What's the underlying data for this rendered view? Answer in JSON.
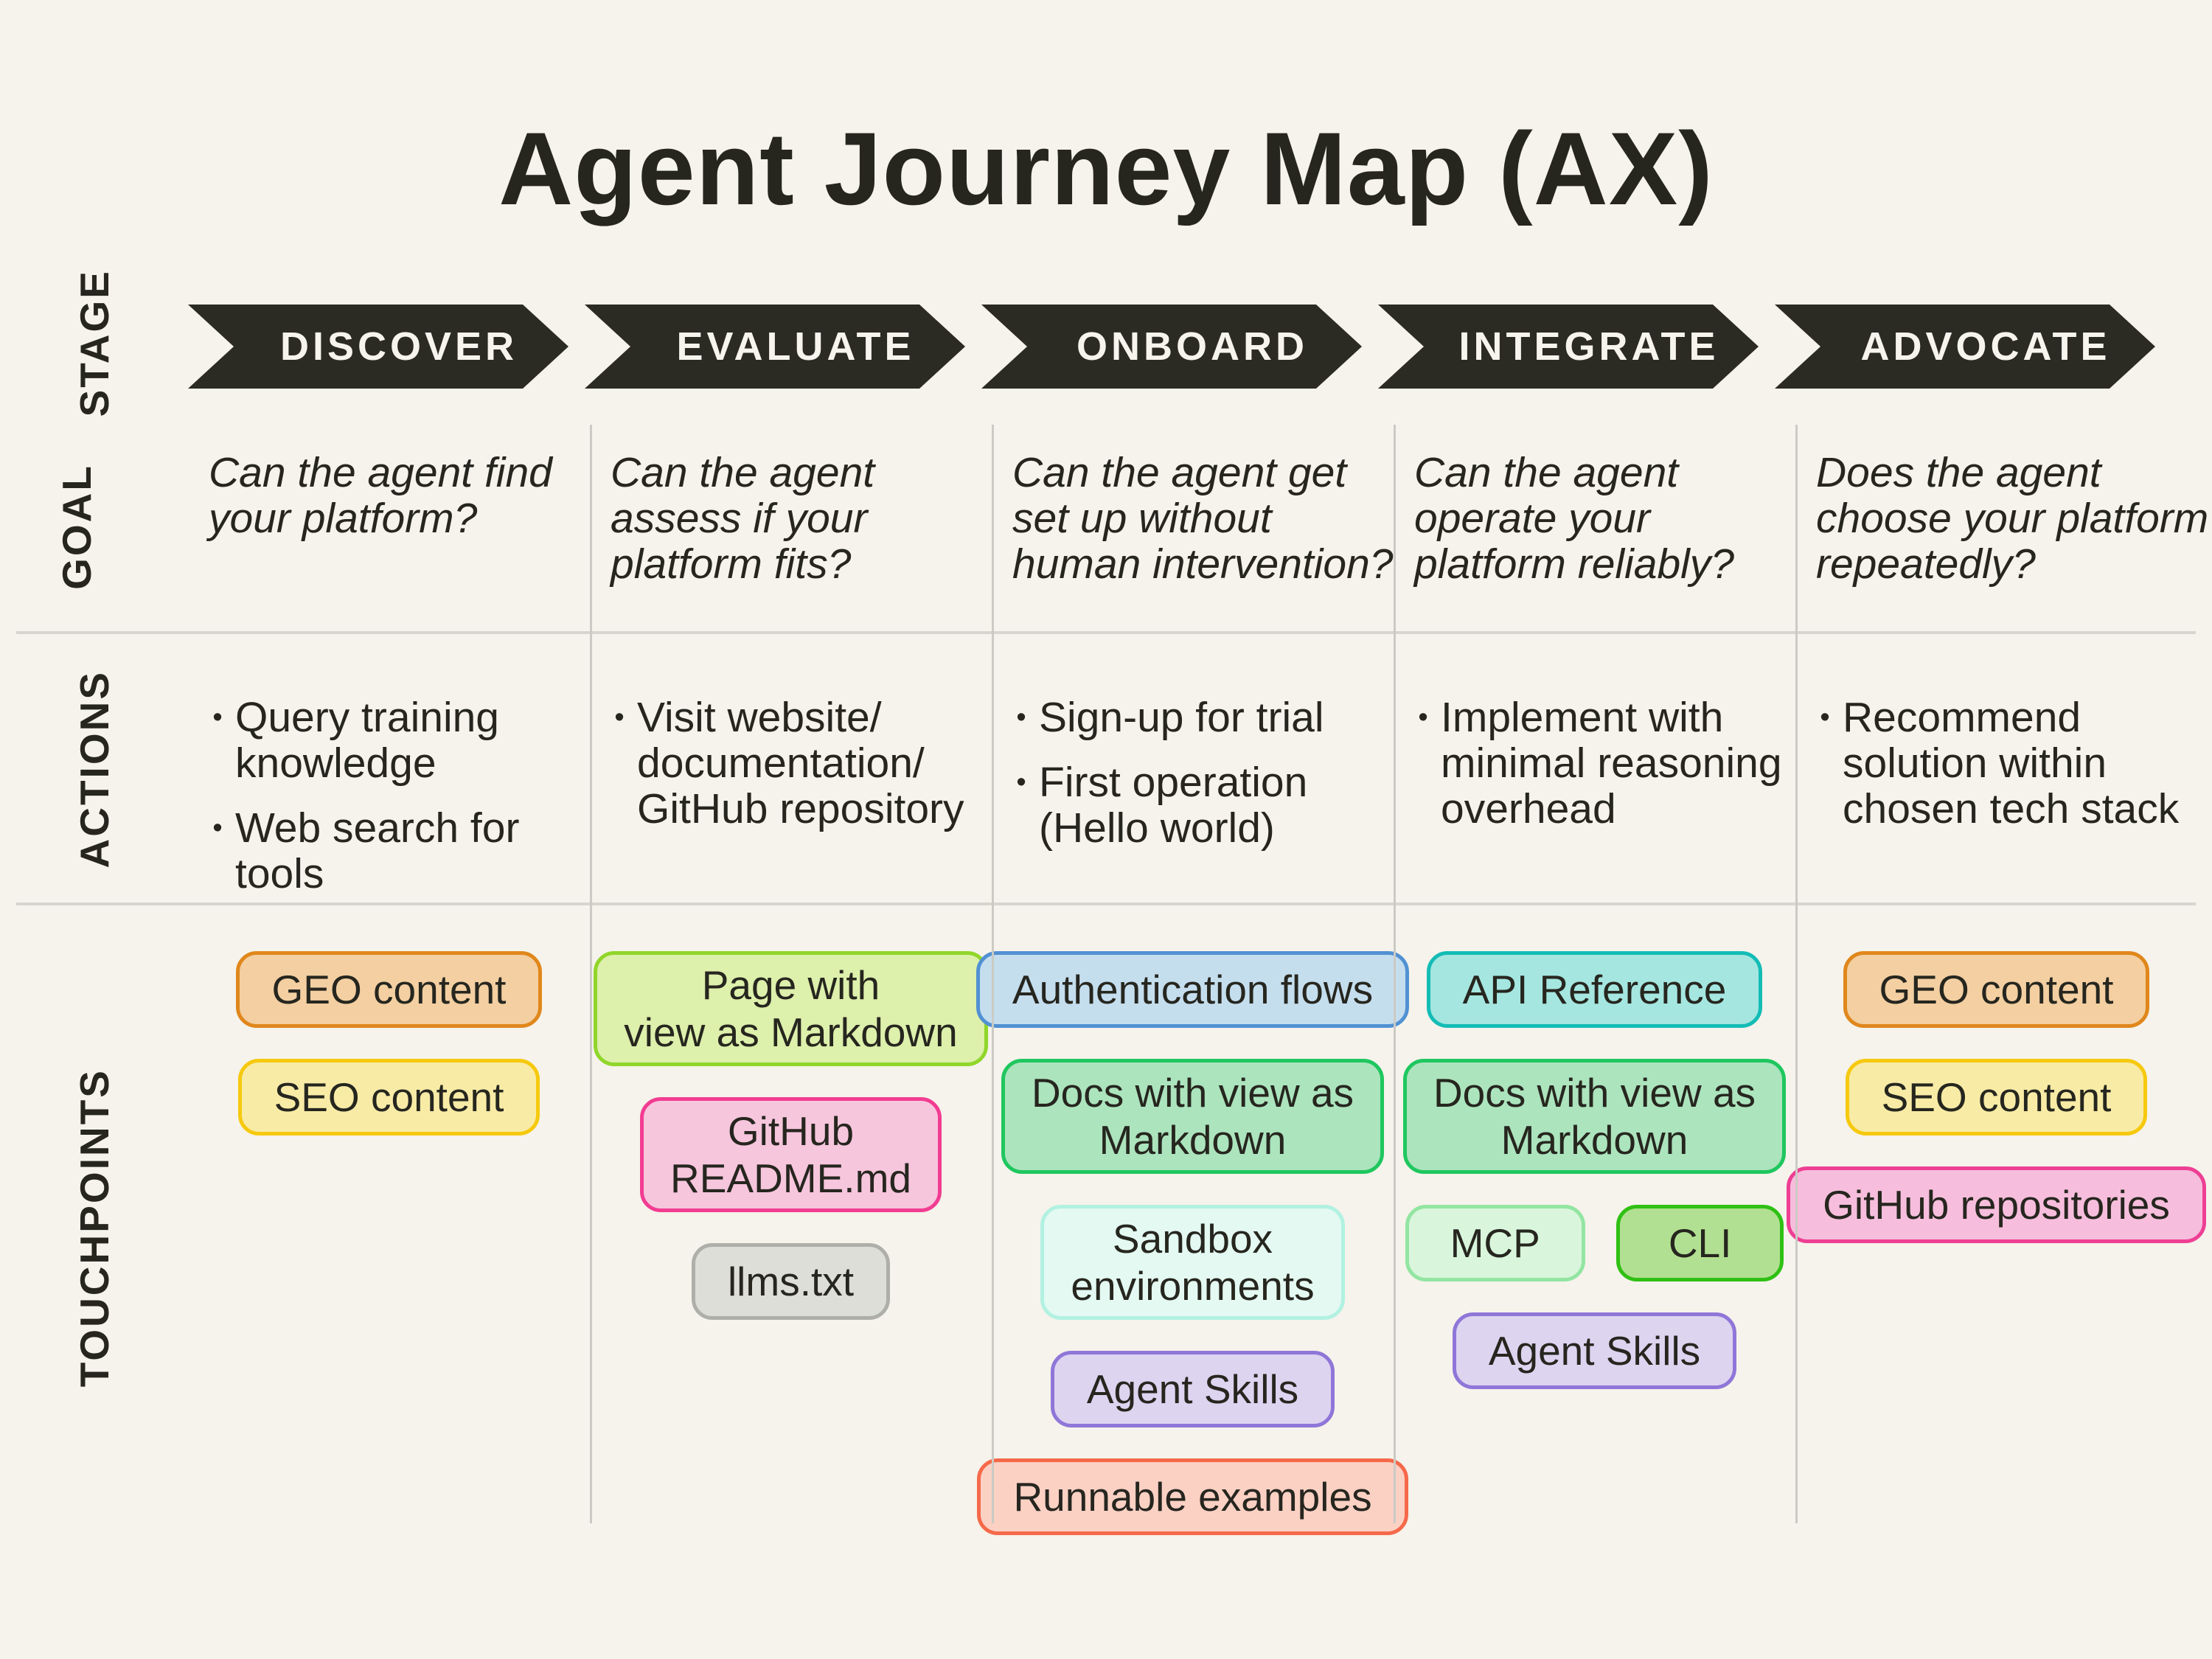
{
  "page": {
    "title": "Agent Journey Map (AX)"
  },
  "colors": {
    "background": "#F5F3EB",
    "ink": "#26261F",
    "arrow_fill": "#2B2A23",
    "arrow_text": "#F6F4ED",
    "divider_horizontal": "#D6D5D0",
    "divider_vertical": "#CBCAC4"
  },
  "row_labels": {
    "stage": "STAGE",
    "goal": "GOAL",
    "actions": "ACTIONS",
    "touchpoints": "TOUCHPOINTS"
  },
  "stages": [
    {
      "label": "DISCOVER"
    },
    {
      "label": "EVALUATE"
    },
    {
      "label": "ONBOARD"
    },
    {
      "label": "INTEGRATE"
    },
    {
      "label": "ADVOCATE"
    }
  ],
  "goals": [
    {
      "lines": [
        "Can the agent find",
        "your platform?"
      ]
    },
    {
      "lines": [
        "Can the agent",
        "assess if your",
        "platform fits?"
      ]
    },
    {
      "lines": [
        "Can the agent get",
        "set up without",
        "human intervention?"
      ]
    },
    {
      "lines": [
        "Can the agent",
        "operate your",
        "platform reliably?"
      ]
    },
    {
      "lines": [
        "Does the agent",
        "choose your platform",
        "repeatedly?"
      ]
    }
  ],
  "actions_columns": [
    {
      "items": [
        {
          "lines": [
            "Query training",
            "knowledge"
          ]
        },
        {
          "lines": [
            "Web search for",
            "tools"
          ]
        }
      ]
    },
    {
      "items": [
        {
          "lines": [
            "Visit website/",
            "documentation/",
            "GitHub repository"
          ]
        }
      ]
    },
    {
      "items": [
        {
          "lines": [
            "Sign-up for trial"
          ]
        },
        {
          "lines": [
            "First operation",
            "(Hello world)"
          ]
        }
      ]
    },
    {
      "items": [
        {
          "lines": [
            "Implement with",
            "minimal reasoning",
            "overhead"
          ]
        }
      ]
    },
    {
      "items": [
        {
          "lines": [
            "Recommend",
            "solution within",
            "chosen tech stack"
          ]
        }
      ]
    }
  ],
  "touchpoints": {
    "columns": [
      {
        "badges": [
          {
            "lines": [
              "GEO content"
            ],
            "fill": "#F3CFA1",
            "border": "#E0871C"
          },
          {
            "lines": [
              "SEO content"
            ],
            "fill": "#F8EBA6",
            "border": "#F6C90E"
          }
        ]
      },
      {
        "badges": [
          {
            "lines": [
              "Page with",
              "view as Markdown"
            ],
            "fill": "#DDF0AC",
            "border": "#90D62A"
          },
          {
            "lines": [
              "GitHub",
              "README.md"
            ],
            "fill": "#F6C6DD",
            "border": "#F23C92"
          },
          {
            "lines": [
              "llms.txt"
            ],
            "fill": "#DEDED8",
            "border": "#AFAFA9"
          }
        ]
      },
      {
        "badges": [
          {
            "lines": [
              "Authentication flows"
            ],
            "fill": "#C5DEEE",
            "border": "#5191D3"
          },
          {
            "lines": [
              "Docs with view as",
              "Markdown"
            ],
            "fill": "#ACE4BD",
            "border": "#1FC75F"
          },
          {
            "lines": [
              "Sandbox",
              "environments"
            ],
            "fill": "#E3F9F2",
            "border": "#B2F1E2"
          },
          {
            "lines": [
              "Agent Skills"
            ],
            "fill": "#DDD4F0",
            "border": "#8F76D8"
          },
          {
            "lines": [
              "Runnable examples"
            ],
            "fill": "#FBD1C4",
            "border": "#F5694A"
          }
        ]
      },
      {
        "badges": [
          {
            "lines": [
              "API Reference"
            ],
            "fill": "#A5E6E0",
            "border": "#14BCB6"
          },
          {
            "lines": [
              "Docs with view as",
              "Markdown"
            ],
            "fill": "#ACE4BD",
            "border": "#1FC75F"
          },
          {
            "lines": [
              "MCP"
            ],
            "fill": "#D9F6DC",
            "border": "#93E5A2"
          },
          {
            "lines": [
              "CLI"
            ],
            "fill": "#B2E092",
            "border": "#2FC014"
          },
          {
            "lines": [
              "Agent Skills"
            ],
            "fill": "#DDD4F0",
            "border": "#8F76D8"
          }
        ]
      },
      {
        "badges": [
          {
            "lines": [
              "GEO content"
            ],
            "fill": "#F3CFA1",
            "border": "#E0871C"
          },
          {
            "lines": [
              "SEO content"
            ],
            "fill": "#F8EBA6",
            "border": "#F6C90E"
          },
          {
            "lines": [
              "GitHub repositories"
            ],
            "fill": "#F6BEDC",
            "border": "#EE3F94"
          }
        ]
      }
    ]
  }
}
